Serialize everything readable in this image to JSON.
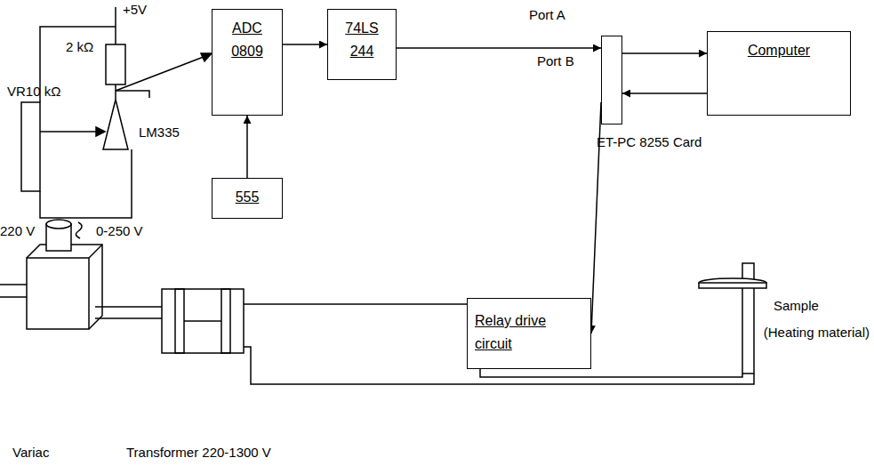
{
  "diagram": {
    "nodes": [
      {
        "text": [
          "ADC 0809"
        ]
      },
      {
        "text": [
          "74LS 244"
        ]
      },
      {
        "text": [
          "555"
        ]
      },
      {
        "text": [
          "ET-PC 8255 Card"
        ]
      },
      {
        "text": [
          "Computer"
        ]
      },
      {
        "text": [
          "Relay drive circuit"
        ]
      }
    ],
    "edges": [
      {
        "from": 0,
        "to": 1,
        "arrow": "to"
      },
      {
        "from": 1,
        "to": 3,
        "arrow": "to"
      },
      {
        "from": 3,
        "to": 4,
        "arrow": "to"
      },
      {
        "from": 4,
        "to": 3,
        "arrow": "to"
      },
      {
        "from": 2,
        "to": 0,
        "arrow": "to"
      },
      {
        "from": 3,
        "to": 5,
        "arrow": "to"
      }
    ],
    "labels": [
      "+5V",
      "2 kΩ",
      "VR10 kΩ",
      "LM335",
      "Port A",
      "Port B",
      "220 V",
      "0-250 V",
      "Variac",
      "Transformer 220-1300 V",
      "Sample",
      "(Heating material)"
    ]
  }
}
